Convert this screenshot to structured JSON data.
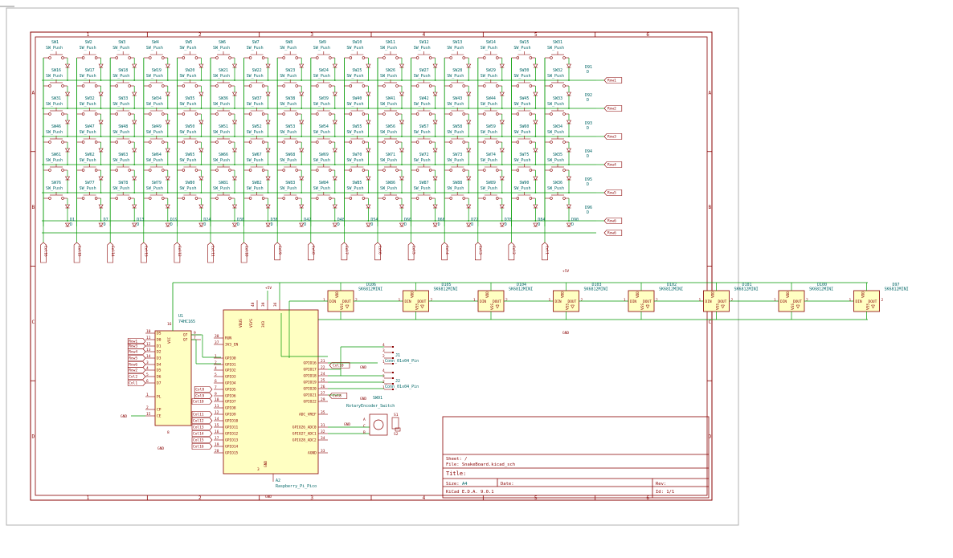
{
  "schematic": {
    "switch_grid": {
      "rows": 6,
      "cols": 16,
      "value_label": "SW_Push",
      "switch_refs": [
        [
          "SW1",
          "SW2",
          "SW3",
          "SW4",
          "SW5",
          "SW6",
          "SW7",
          "SW8",
          "SW9",
          "SW10",
          "SW11",
          "SW12",
          "SW13",
          "SW14",
          "SW15",
          "SW31"
        ],
        [
          "SW16",
          "SW17",
          "SW18",
          "SW19",
          "SW20",
          "SW21",
          "SW22",
          "SW23",
          "SW24",
          "SW25",
          "SW26",
          "SW27",
          "SW28",
          "SW29",
          "SW30",
          "SW32"
        ],
        [
          "SW31",
          "SW32",
          "SW33",
          "SW34",
          "SW35",
          "SW36",
          "SW37",
          "SW38",
          "SW39",
          "SW40",
          "SW41",
          "SW42",
          "SW43",
          "SW44",
          "SW45",
          "SW33"
        ],
        [
          "SW46",
          "SW47",
          "SW48",
          "SW49",
          "SW50",
          "SW51",
          "SW52",
          "SW53",
          "SW54",
          "SW55",
          "SW56",
          "SW57",
          "SW58",
          "SW59",
          "SW60",
          "SW34"
        ],
        [
          "SW61",
          "SW62",
          "SW63",
          "SW64",
          "SW65",
          "SW66",
          "SW67",
          "SW68",
          "SW69",
          "SW70",
          "SW71",
          "SW72",
          "SW73",
          "SW74",
          "SW75",
          "SW35"
        ],
        [
          "SW76",
          "SW77",
          "SW78",
          "SW79",
          "SW80",
          "SW81",
          "SW82",
          "SW83",
          "SW84",
          "SW85",
          "SW86",
          "SW87",
          "SW88",
          "SW89",
          "SW90",
          "SW36"
        ]
      ],
      "row_end_diodes": [
        "D91",
        "D92",
        "D93",
        "D94",
        "D95",
        "D96"
      ],
      "diode_value": "D",
      "bottom_diodes": [
        "D1",
        "D7",
        "D13",
        "D19",
        "D24",
        "D30",
        "D36",
        "D42",
        "D48",
        "D54",
        "D60",
        "D66",
        "D72",
        "D78",
        "D84",
        "D90"
      ],
      "row_labels": [
        "Row1",
        "Row2",
        "Row3",
        "Row4",
        "Row5",
        "Row6"
      ],
      "col_labels": [
        "Col16",
        "Col15",
        "Col14",
        "Col13",
        "Col12",
        "Col11",
        "Col10",
        "Col9",
        "Col8",
        "Col7",
        "Col6",
        "Col5",
        "Col4",
        "Col3",
        "Col2",
        "Col1"
      ]
    },
    "leds": {
      "value": "SK6812MINI",
      "refs": [
        "D106",
        "D105",
        "D104",
        "D103",
        "D102",
        "D101",
        "D100",
        "D97"
      ],
      "pin_labels": {
        "din": "DIN",
        "dout": "DOUT",
        "vdd": "VDD",
        "vss": "VSS"
      },
      "pin_nums": [
        "1",
        "2",
        "3",
        "4"
      ],
      "power_label": "+5V",
      "gnd_label": "GND"
    },
    "shift_register": {
      "ref": "U1",
      "value": "74HC165",
      "left_pins": [
        {
          "num": "10",
          "name": "DS"
        },
        {
          "num": "11",
          "name": "D0"
        },
        {
          "num": "12",
          "name": "D1"
        },
        {
          "num": "13",
          "name": "D2"
        },
        {
          "num": "14",
          "name": "D3"
        },
        {
          "num": "3",
          "name": "D4"
        },
        {
          "num": "4",
          "name": "D5"
        },
        {
          "num": "5",
          "name": "D6"
        },
        {
          "num": "6",
          "name": "D7"
        },
        {
          "num": "1",
          "name": "PL"
        },
        {
          "num": "2",
          "name": "CP"
        },
        {
          "num": "15",
          "name": "CE"
        }
      ],
      "right_pins": [
        {
          "num": "9",
          "name": "Q7"
        },
        {
          "num": "7",
          "name": "Q7"
        }
      ],
      "vcc_label": "VCC",
      "vcc_pin": "16",
      "gnd_pin": "8",
      "net_labels": [
        "Row1",
        "Row3",
        "Row4",
        "Row5",
        "Row6",
        "Row2",
        "Col2",
        "Col1"
      ],
      "gnd_label": "GND"
    },
    "mcu": {
      "ref": "A2",
      "value": "Raspberry_Pi_Pico",
      "top_pins": [
        {
          "num": "40",
          "name": "VBUS"
        },
        {
          "num": "39",
          "name": "VSYS"
        },
        {
          "num": "36",
          "name": "3V3"
        }
      ],
      "power_label": "+5V",
      "left_pins": [
        {
          "num": "30",
          "name": "RUN"
        },
        {
          "num": "37",
          "name": "3V3_EN"
        },
        {
          "num": "1",
          "name": "GPIO0"
        },
        {
          "num": "2",
          "name": "GPIO1"
        },
        {
          "num": "4",
          "name": "GPIO2"
        },
        {
          "num": "5",
          "name": "GPIO3"
        },
        {
          "num": "6",
          "name": "GPIO4"
        },
        {
          "num": "7",
          "name": "GPIO5"
        },
        {
          "num": "9",
          "name": "GPIO6"
        },
        {
          "num": "10",
          "name": "GPIO7"
        },
        {
          "num": "11",
          "name": "GPIO8"
        },
        {
          "num": "12",
          "name": "GPIO9"
        },
        {
          "num": "14",
          "name": "GPIO10"
        },
        {
          "num": "15",
          "name": "GPIO11"
        },
        {
          "num": "16",
          "name": "GPIO12"
        },
        {
          "num": "17",
          "name": "GPIO13"
        },
        {
          "num": "19",
          "name": "GPIO14"
        },
        {
          "num": "20",
          "name": "GPIO15"
        }
      ],
      "right_pins": [
        {
          "num": "21",
          "name": "GPIO16"
        },
        {
          "num": "22",
          "name": "GPIO17"
        },
        {
          "num": "24",
          "name": "GPIO18"
        },
        {
          "num": "25",
          "name": "GPIO19"
        },
        {
          "num": "26",
          "name": "GPIO20"
        },
        {
          "num": "27",
          "name": "GPIO21"
        },
        {
          "num": "29",
          "name": "GPIO22"
        },
        {
          "num": "35",
          "name": "ADC_VREF"
        },
        {
          "num": "31",
          "name": "GPIO26_ADC0"
        },
        {
          "num": "32",
          "name": "GPIO27_ADC1"
        },
        {
          "num": "34",
          "name": "GPIO28_ADC2"
        },
        {
          "num": "33",
          "name": "AGND"
        }
      ],
      "gnd_pin": "3",
      "gnd_name": "GND",
      "gpio_nets": [
        "Col8",
        "Col9",
        "Col10",
        "Col11",
        "Col12",
        "Col13",
        "Col14",
        "Col15",
        "Col16"
      ],
      "gnd_label": "GND"
    },
    "connectors": [
      {
        "ref": "J1",
        "value": "Conn_01x04_Pin",
        "pins": [
          "1",
          "2",
          "3",
          "4"
        ]
      },
      {
        "ref": "J2",
        "value": "Conn_01x04_Pin",
        "pins": [
          "1",
          "2",
          "3",
          "4"
        ]
      }
    ],
    "encoder": {
      "ref": "SW91",
      "value": "RotaryEncoder_Switch",
      "pins": [
        "A",
        "C",
        "B",
        "S1",
        "S2"
      ],
      "gnd_label": "GND"
    },
    "side_nets": [
      "Col10",
      "Col8"
    ],
    "gnd_labels": [
      "GND",
      "GND",
      "GND"
    ],
    "frame": {
      "cols": [
        "1",
        "2",
        "3",
        "4",
        "5",
        "6"
      ],
      "rows": [
        "A",
        "B",
        "C",
        "D"
      ]
    },
    "title_block": {
      "sheet": "Sheet: /",
      "file": "File: SnakeBoard.kicad_sch",
      "title_label": "Title:",
      "size_label": "Size:",
      "size_value": "A4",
      "date_label": "Date:",
      "rev_label": "Rev:",
      "app": "KiCad E.D.A. 9.0.1",
      "id": "Id: 1/1"
    }
  }
}
